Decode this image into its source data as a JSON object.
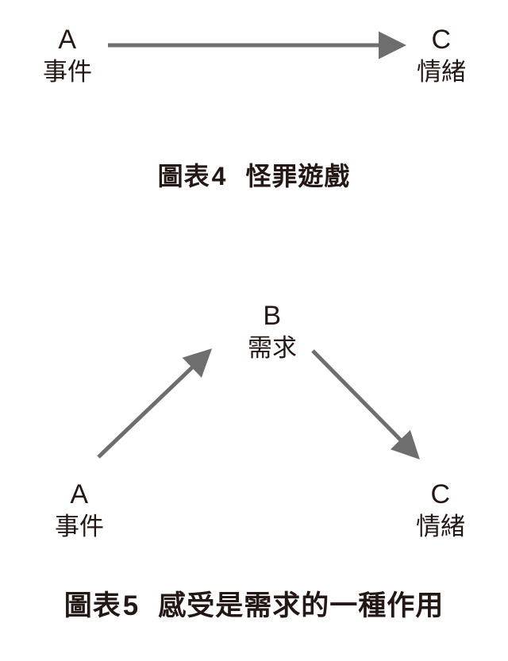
{
  "page": {
    "background_color": "#ffffff",
    "text_color": "#231815",
    "arrow_color": "#6e6e6e"
  },
  "figures": [
    {
      "id": "figure-4",
      "caption": {
        "prefix": "圖表",
        "number": "4",
        "title": "怪罪遊戲"
      },
      "nodes": [
        {
          "key": "A",
          "letter": "A",
          "label": "事件"
        },
        {
          "key": "C",
          "letter": "C",
          "label": "情緒"
        }
      ],
      "edges": [
        {
          "from": "A",
          "to": "C",
          "style": "straight-horizontal"
        }
      ]
    },
    {
      "id": "figure-5",
      "caption": {
        "prefix": "圖表",
        "number": "5",
        "title": "感受是需求的一種作用"
      },
      "nodes": [
        {
          "key": "B",
          "letter": "B",
          "label": "需求"
        },
        {
          "key": "A",
          "letter": "A",
          "label": "事件"
        },
        {
          "key": "C",
          "letter": "C",
          "label": "情緒"
        }
      ],
      "edges": [
        {
          "from": "A",
          "to": "B",
          "style": "diagonal-up-right"
        },
        {
          "from": "B",
          "to": "C",
          "style": "diagonal-down-right"
        }
      ]
    }
  ]
}
